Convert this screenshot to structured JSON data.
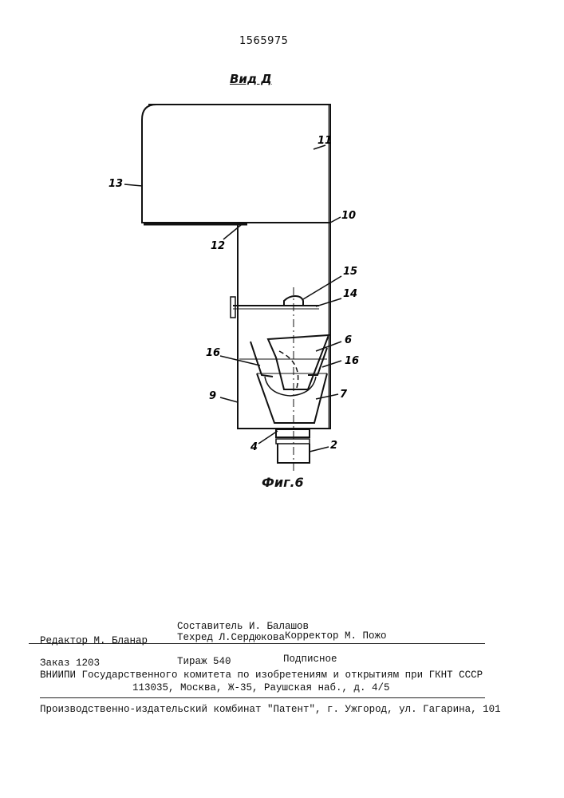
{
  "header": {
    "patent_number": "1565975"
  },
  "figure": {
    "view_label": "Вид Д",
    "caption": "Фиг.6",
    "callouts": [
      "13",
      "11",
      "10",
      "12",
      "15",
      "14",
      "6",
      "16",
      "16",
      "9",
      "7",
      "4",
      "2"
    ]
  },
  "footer": {
    "compiler": "Составитель И. Балашов",
    "editor": "Редактор М. Бланар",
    "techred": "Техред Л.Сердюкова",
    "corrector": "Корректор М. Пожо",
    "order": "Заказ 1203",
    "circulation": "Тираж 540",
    "subscription": "Подписное",
    "institute": "ВНИИПИ Государственного комитета по изобретениям и открытиям при ГКНТ СССР",
    "address": "113035, Москва, Ж-35, Раушская наб., д. 4/5",
    "publisher": "Производственно-издательский комбинат \"Патент\", г. Ужгород, ул. Гагарина, 101"
  }
}
